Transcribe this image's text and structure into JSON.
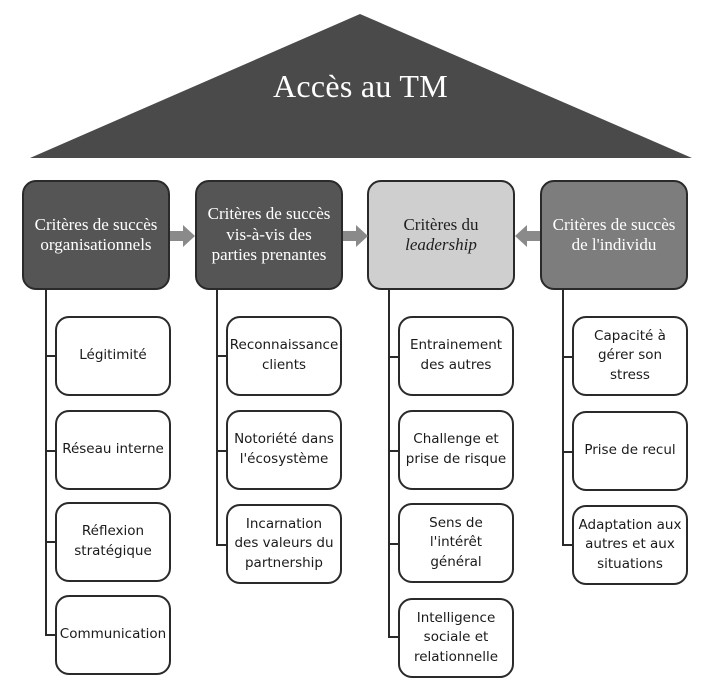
{
  "title": "Accès au TM",
  "colors": {
    "roof": "#4a4a4a",
    "dark_box": "#555555",
    "medium_box": "#7d7d7d",
    "light_box": "#cfcfcf",
    "arrow": "#8a8a8a",
    "line": "#2a2a2a"
  },
  "pillars": [
    {
      "line1": "Critères de succès",
      "line2": "organisationnels",
      "items": [
        "Légitimité",
        "Réseau interne",
        "Réflexion stratégique",
        "Communication"
      ]
    },
    {
      "line1": "Critères de succès",
      "line2": "vis-à-vis des",
      "line3": "parties prenantes",
      "items": [
        "Reconnaissance clients",
        "Notoriété dans l'écosystème",
        "Incarnation des valeurs du partnership"
      ]
    },
    {
      "line1": "Critères du",
      "line2": "leadership",
      "items": [
        "Entrainement des autres",
        "Challenge et prise de risque",
        "Sens de l'intérêt général",
        "Intelligence sociale et relationnelle"
      ]
    },
    {
      "line1": "Critères de succès",
      "line2": "de l'individu",
      "items": [
        "Capacité à gérer son stress",
        "Prise de recul",
        "Adaptation aux autres et aux situations"
      ]
    }
  ],
  "arrows": [
    {
      "from": "organisationnels",
      "to": "parties prenantes",
      "direction": "right"
    },
    {
      "from": "parties prenantes",
      "to": "leadership",
      "direction": "right"
    },
    {
      "from": "individu",
      "to": "leadership",
      "direction": "left"
    }
  ]
}
